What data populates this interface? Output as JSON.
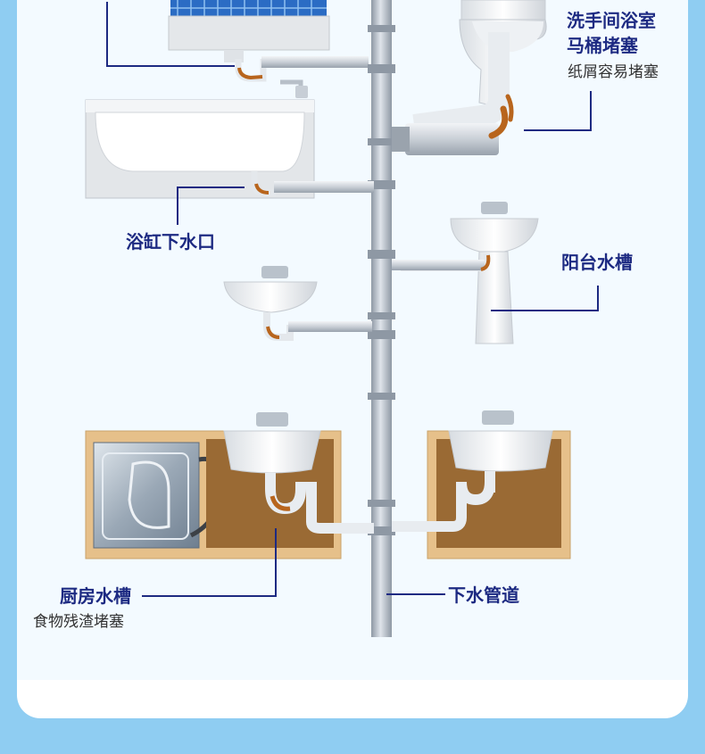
{
  "labels": {
    "toilet": {
      "title_line1": "洗手间浴室",
      "title_line2": "马桶堵塞",
      "subtitle": "纸屑容易堵塞"
    },
    "bathtub": {
      "title": "浴缸下水口"
    },
    "balcony_sink": {
      "title": "阳台水槽"
    },
    "kitchen_sink": {
      "title": "厨房水槽",
      "subtitle": "食物残渣堵塞"
    },
    "drain_pipe": {
      "title": "下水管道"
    }
  },
  "colors": {
    "background": "#8fcdf2",
    "card": "#ffffff",
    "diagram_bg": "#f3faff",
    "label_text": "#1d2a82",
    "callout_line": "#1d2a82",
    "pipe": "#b4bcc6",
    "clog": "#b8651d",
    "cabinet_wood": "#e6c08a",
    "cabinet_inner": "#9a6a34"
  },
  "icons": [
    "window-icon",
    "toilet-icon",
    "bathtub-icon",
    "washbasin-icon",
    "pedestal-sink-icon",
    "washing-machine-icon",
    "kitchen-sink-icon",
    "drain-pipe-icon"
  ]
}
